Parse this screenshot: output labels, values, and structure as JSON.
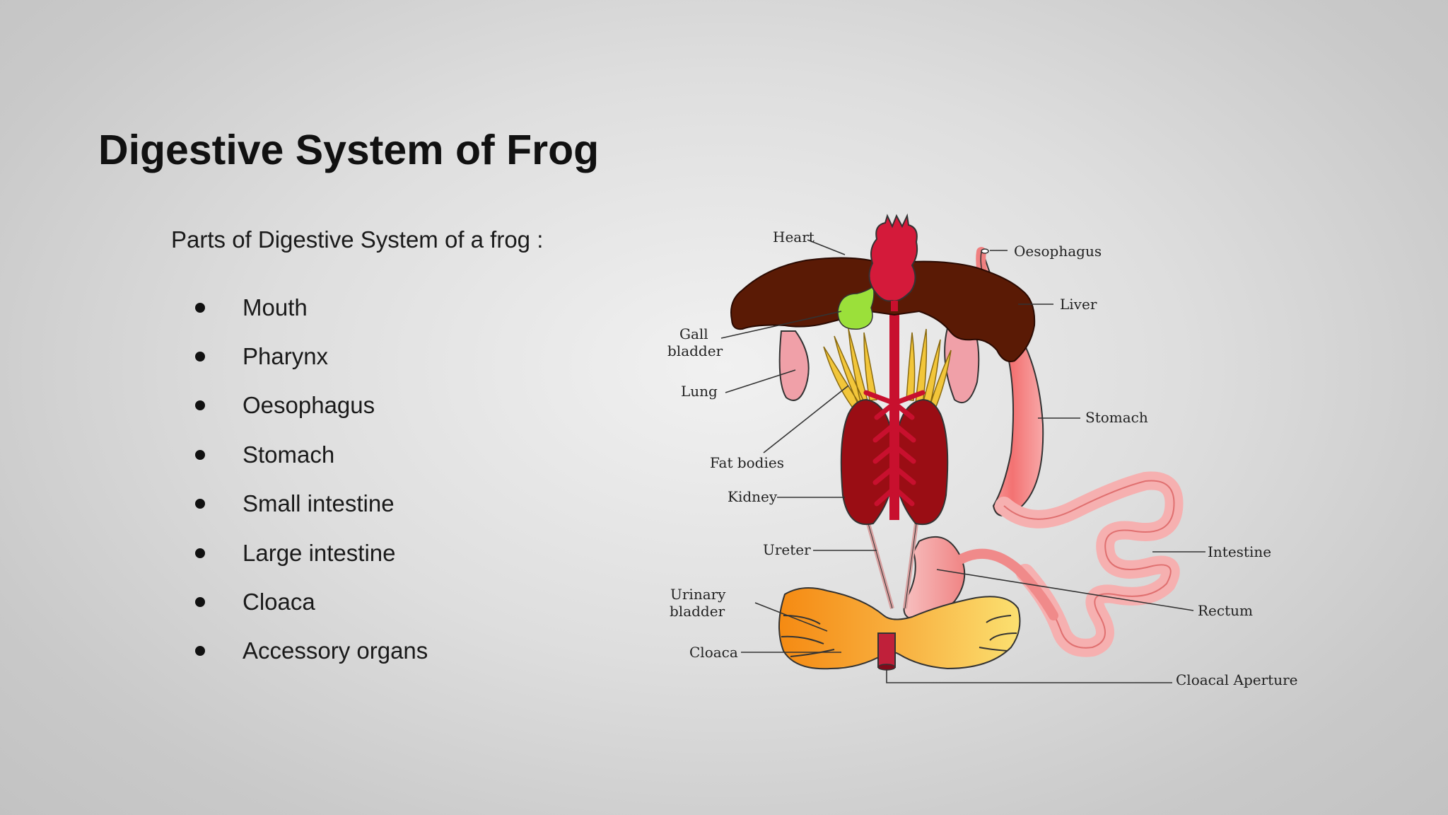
{
  "slide": {
    "title": "Digestive System of Frog",
    "intro": "Parts of Digestive System of a frog :",
    "parts": [
      "Mouth",
      "Pharynx",
      "Oesophagus",
      "Stomach",
      "Small intestine",
      "Large intestine",
      "Cloaca",
      "Accessory organs"
    ]
  },
  "diagram": {
    "labels": {
      "heart": "Heart",
      "oesophagus": "Oesophagus",
      "liver": "Liver",
      "gall_bladder_1": "Gall",
      "gall_bladder_2": "bladder",
      "lung": "Lung",
      "stomach": "Stomach",
      "fat_bodies": "Fat bodies",
      "kidney": "Kidney",
      "ureter": "Ureter",
      "intestine": "Intestine",
      "urinary_bladder_1": "Urinary",
      "urinary_bladder_2": "bladder",
      "rectum": "Rectum",
      "cloaca": "Cloaca",
      "cloacal_aperture": "Cloacal Aperture"
    },
    "colors": {
      "liver": "#5a1a05",
      "heart": "#d41a3a",
      "gall_bladder": "#9be03a",
      "lung": "#f0a0a8",
      "fat_bodies": "#f2c63a",
      "kidney": "#9a0d14",
      "stomach": "#f37c7c",
      "intestine": "#f6b0b0",
      "urinary_bladder": "#f8a33a",
      "rectum": "#f0a8a8"
    }
  }
}
